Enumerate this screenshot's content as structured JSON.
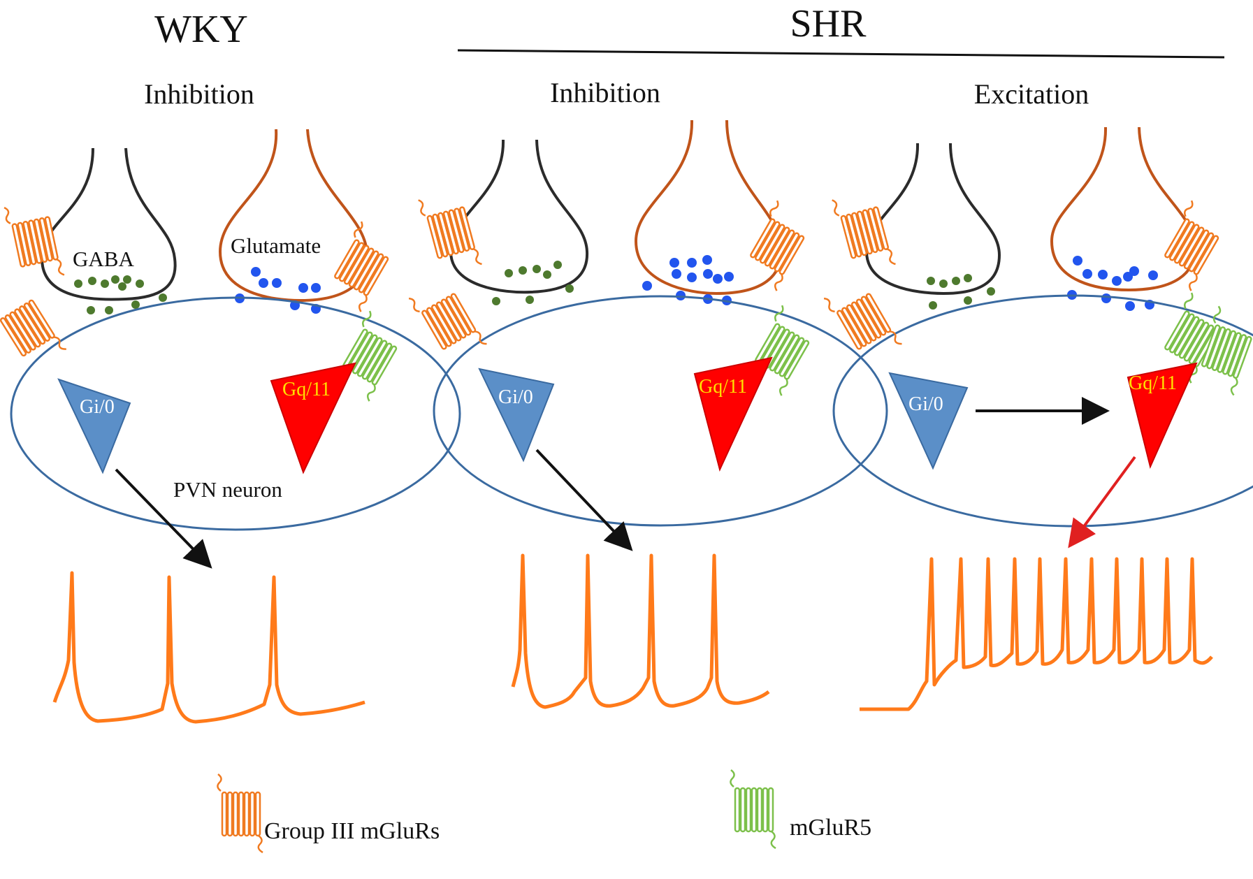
{
  "header": {
    "left_title": "WKY",
    "right_title": "SHR"
  },
  "panels": [
    {
      "id": "wky",
      "label": "Inhibition",
      "gabaText": "GABA",
      "glutText": "Glutamate",
      "neuronText": "PVN neuron",
      "giText": "Gi/0",
      "gqText": "Gq/11"
    },
    {
      "id": "shr-inhibition",
      "label": "Inhibition",
      "giText": "Gi/0",
      "gqText": "Gq/11"
    },
    {
      "id": "shr-excitation",
      "label": "Excitation",
      "giText": "Gi/0",
      "gqText": "Gq/11"
    }
  ],
  "legend": {
    "group3": "Group III  mGluRs",
    "mglur5": "mGluR5"
  },
  "colors": {
    "gaba_terminal": "#2b2b2b",
    "glutamate_terminal": "#c0541a",
    "neuron_outline": "#3a6aa0",
    "gi_fill": "#5b8fc8",
    "gq_fill": "#ff0000",
    "gaba_dot": "#4e7a2e",
    "glutamate_dot": "#2255ee",
    "group3_receptor": "#f07a20",
    "mglur5_receptor": "#7cc04a",
    "spike_trace": "#ff7a1a",
    "excitation_arrow": "#e02020",
    "inhibition_arrow": "#111111"
  }
}
